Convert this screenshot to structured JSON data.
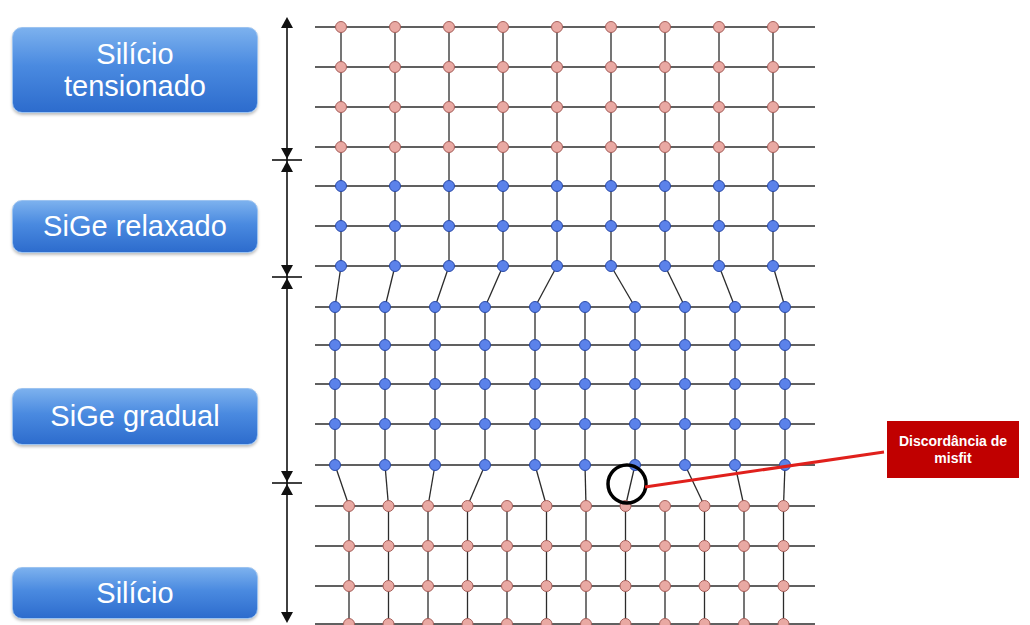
{
  "diagram": {
    "nodes": [
      {
        "text": [
          "Silício tensionado"
        ]
      },
      {
        "text": [
          "SiGe relaxado"
        ]
      },
      {
        "text": [
          "SiGe gradual"
        ]
      },
      {
        "text": [
          "Silício"
        ]
      },
      {
        "text": [
          "Discordância de misfit"
        ]
      }
    ]
  }
}
